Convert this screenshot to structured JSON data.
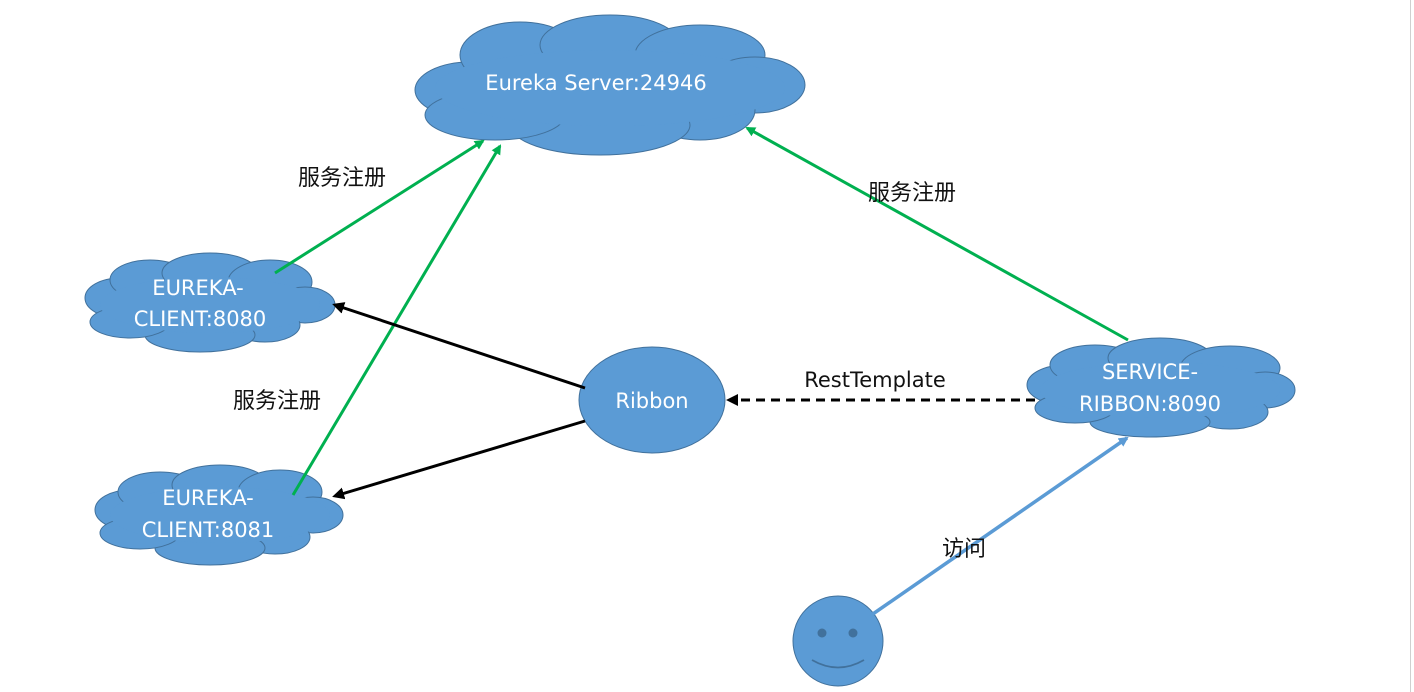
{
  "diagram": {
    "colors": {
      "node_fill": "#5b9bd5",
      "node_stroke": "#41719c",
      "registration_arrow": "#00b050",
      "call_arrow": "#000000",
      "access_arrow": "#5b9bd5"
    },
    "nodes": {
      "eureka_server": {
        "label": "Eureka Server:24946"
      },
      "client_8080": {
        "line1": "EUREKA-",
        "line2": "CLIENT:8080"
      },
      "client_8081": {
        "line1": "EUREKA-",
        "line2": "CLIENT:8081"
      },
      "ribbon": {
        "label": "Ribbon"
      },
      "service_ribbon": {
        "line1": "SERVICE-",
        "line2": "RIBBON:8090"
      },
      "user": {
        "icon": "smiley-face-icon"
      }
    },
    "edges": {
      "reg_client_8080": {
        "label": "服务注册"
      },
      "reg_client_8081": {
        "label": "服务注册"
      },
      "reg_service_ribbon": {
        "label": "服务注册"
      },
      "rest_template": {
        "label": "RestTemplate"
      },
      "access": {
        "label": "访问"
      }
    }
  }
}
